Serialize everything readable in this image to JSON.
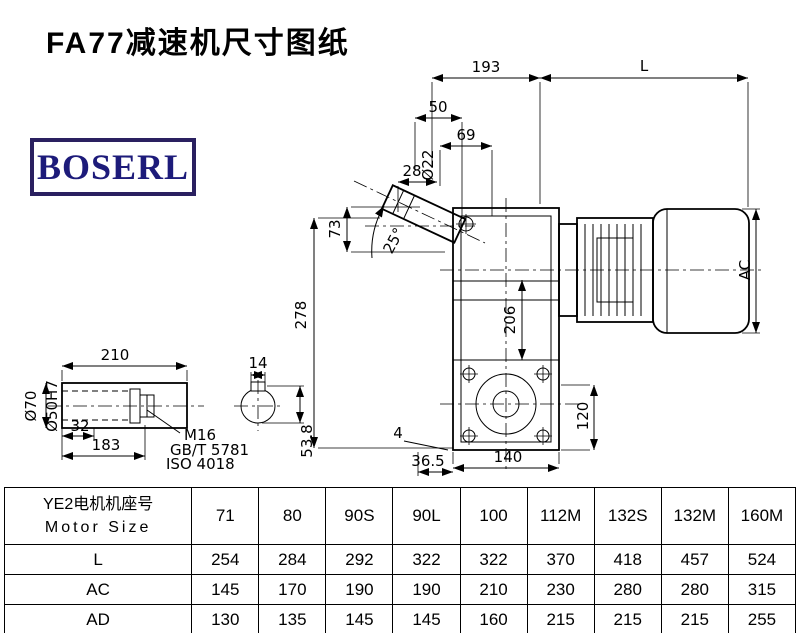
{
  "title": "FA77减速机尺寸图纸",
  "logo": "BOSERL",
  "drawing": {
    "dims": {
      "d193": "193",
      "dL": "L",
      "d50": "50",
      "d69": "69",
      "d22": "Ø22",
      "d28": "28",
      "d73": "73",
      "angle25": "25°",
      "d278": "278",
      "d206": "206",
      "dAC": "AC",
      "d120": "120",
      "d140": "140",
      "d36_5": "36.5",
      "d4": "4",
      "d210": "210",
      "d14": "14",
      "d70": "Ø70",
      "d50h7": "Ø50H7",
      "d32": "32",
      "d183": "183",
      "m16": "M16",
      "gb": "GB/T 5781",
      "iso": "ISO 4018",
      "d53_8": "53.8"
    }
  },
  "table": {
    "header_label_cn": "YE2电机机座号",
    "header_label_en": "Motor Size",
    "header": [
      "71",
      "80",
      "90S",
      "90L",
      "100",
      "112M",
      "132S",
      "132M",
      "160M"
    ],
    "rows": [
      {
        "label": "L",
        "values": [
          "254",
          "284",
          "292",
          "322",
          "322",
          "370",
          "418",
          "457",
          "524"
        ]
      },
      {
        "label": "AC",
        "values": [
          "145",
          "170",
          "190",
          "190",
          "210",
          "230",
          "280",
          "280",
          "315"
        ]
      },
      {
        "label": "AD",
        "values": [
          "130",
          "135",
          "145",
          "145",
          "160",
          "215",
          "215",
          "215",
          "255"
        ]
      }
    ]
  }
}
